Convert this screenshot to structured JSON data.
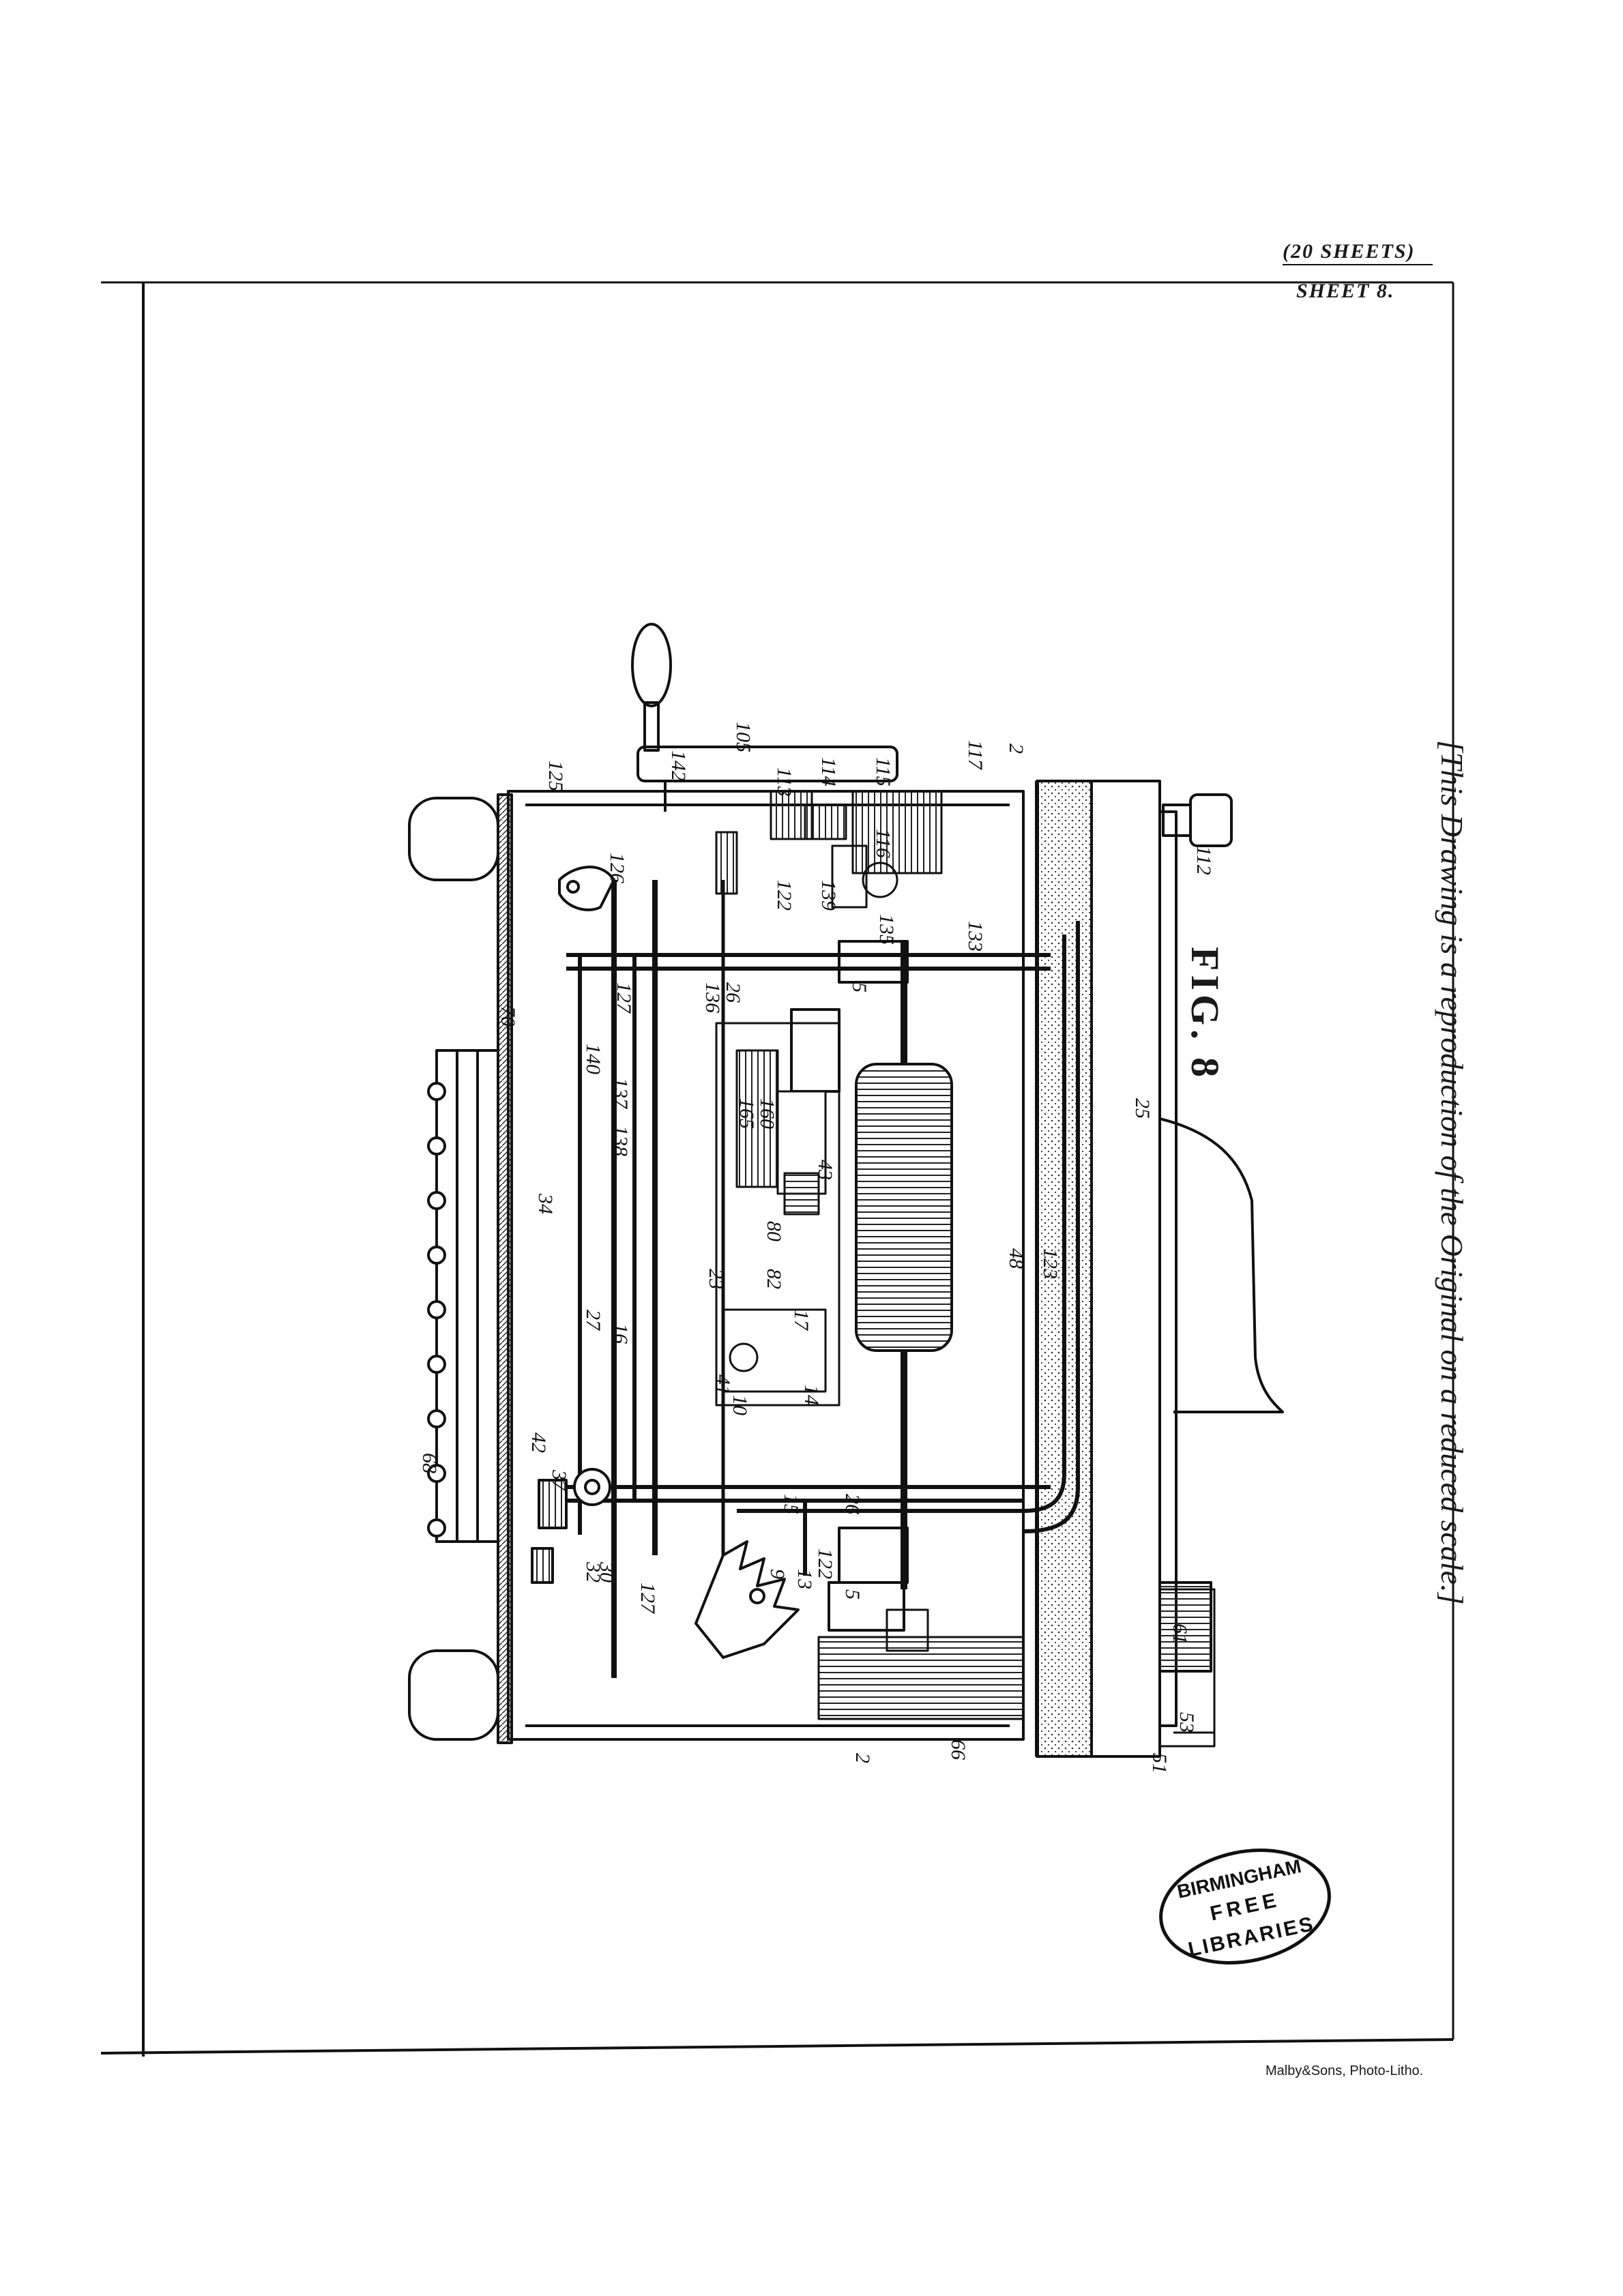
{
  "header": {
    "sheets_count": "(20 SHEETS)",
    "sheet_number": "SHEET 8."
  },
  "caption": "[This Drawing is a reproduction of the Original on a reduced scale.]",
  "figure": {
    "title": "FIG. 8",
    "reference_numerals": [
      "105",
      "142",
      "125",
      "126",
      "113",
      "114",
      "115",
      "117",
      "2",
      "112",
      "116",
      "122",
      "139",
      "133",
      "135",
      "127",
      "26",
      "136",
      "5",
      "70",
      "140",
      "137",
      "138",
      "160",
      "165",
      "34",
      "43",
      "80",
      "82",
      "123",
      "48",
      "25",
      "23",
      "17",
      "27",
      "16",
      "14",
      "10",
      "41",
      "37",
      "42",
      "68",
      "15",
      "26",
      "122",
      "13",
      "9",
      "5",
      "30",
      "32",
      "127",
      "61",
      "66",
      "2",
      "53",
      "51"
    ]
  },
  "stamp": {
    "line1": "BIRMINGHAM",
    "line2": "FREE",
    "line3": "LIBRARIES"
  },
  "footer": {
    "lithographer": "Malby&Sons, Photo-Litho."
  }
}
